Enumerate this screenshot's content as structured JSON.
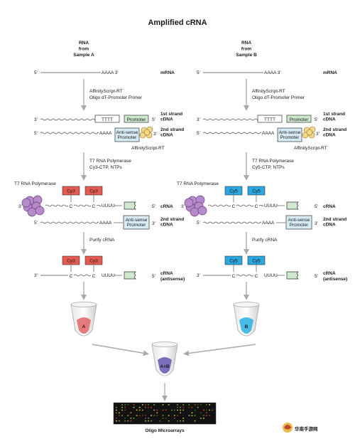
{
  "title": "Amplified cRNA",
  "colors": {
    "cy3": "#e35b52",
    "cy5": "#2aa7df",
    "promoter_fill": "#cfe9cf",
    "antisense_fill": "#d8ecf8",
    "polymerase": "#b58bc9",
    "tube_a": "#e46b6b",
    "tube_b": "#35b4e6",
    "tube_ab": "#6a5fb3"
  },
  "sample_a": {
    "source": "RNA\nfrom\nSample A",
    "dye": "Cy3",
    "reagents": "T7 RNA Polymerase\nCy3-CTP, NTPs",
    "tube_label": "A"
  },
  "sample_b": {
    "source": "RNA\nfrom\nSample B",
    "dye": "Cy5",
    "reagents": "T7 RNA Polymerase\nCy5-CTP, NTPs",
    "tube_label": "B"
  },
  "labels": {
    "five_prime": "5'",
    "three_prime": "3'",
    "aaaa3": "AAAA 3'",
    "aaaa": "AAAA",
    "tttt": "TTTT",
    "promoter": "Promoter",
    "antisense_promoter": "Anti-sense\nPromoter",
    "affinityscript_rt": "AffinityScript-RT",
    "rt_primer": "AffinityScript-RT\nOligo dT-Promoter Primer",
    "mrna": "mRNA",
    "first_strand": "1st strand\ncDNA",
    "second_strand": "2nd strand\ncDNA",
    "t7_polymerase": "T7 RNA Polymerase",
    "uuuu": "UUUU",
    "c": "C",
    "crna": "cRNA",
    "crna_antisense": "cRNA\n(antisense)",
    "purify": "Purify cRNA",
    "mix_label": "A+B",
    "microarrays": "Oligo Microarrays",
    "watermark": "华南手游网"
  }
}
